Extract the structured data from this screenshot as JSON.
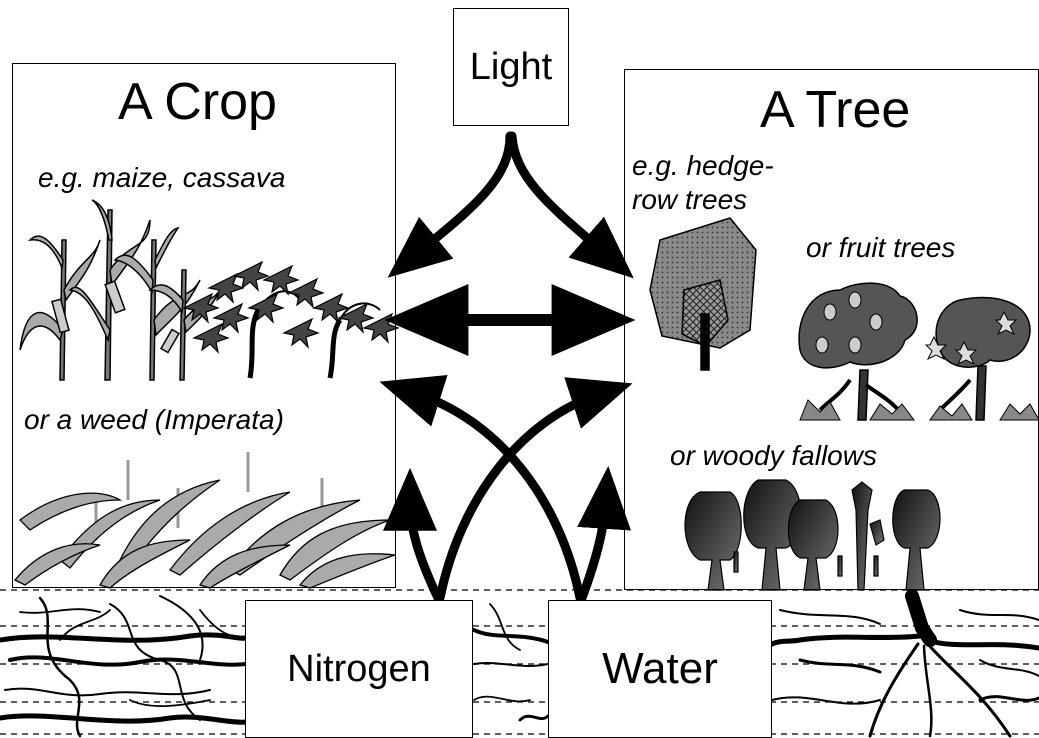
{
  "crop_panel": {
    "title": "A Crop",
    "examples": "e.g. maize, cassava",
    "alternative": "or a weed (Imperata)"
  },
  "tree_panel": {
    "title": "A Tree",
    "examples_line1": "e.g. hedge-",
    "examples_line2": "row trees",
    "fruit_trees": "or fruit trees",
    "woody_fallows": "or woody fallows"
  },
  "resources": {
    "light": "Light",
    "nitrogen": "Nitrogen",
    "water": "Water"
  },
  "icons": {
    "maize": "maize-plant-icon",
    "cassava": "cassava-plant-icon",
    "weed": "imperata-grass-icon",
    "hedgerow": "hedgerow-tree-icon",
    "fruit": "fruit-tree-icon",
    "fallow": "woody-fallow-icon",
    "roots": "root-system-icon"
  }
}
